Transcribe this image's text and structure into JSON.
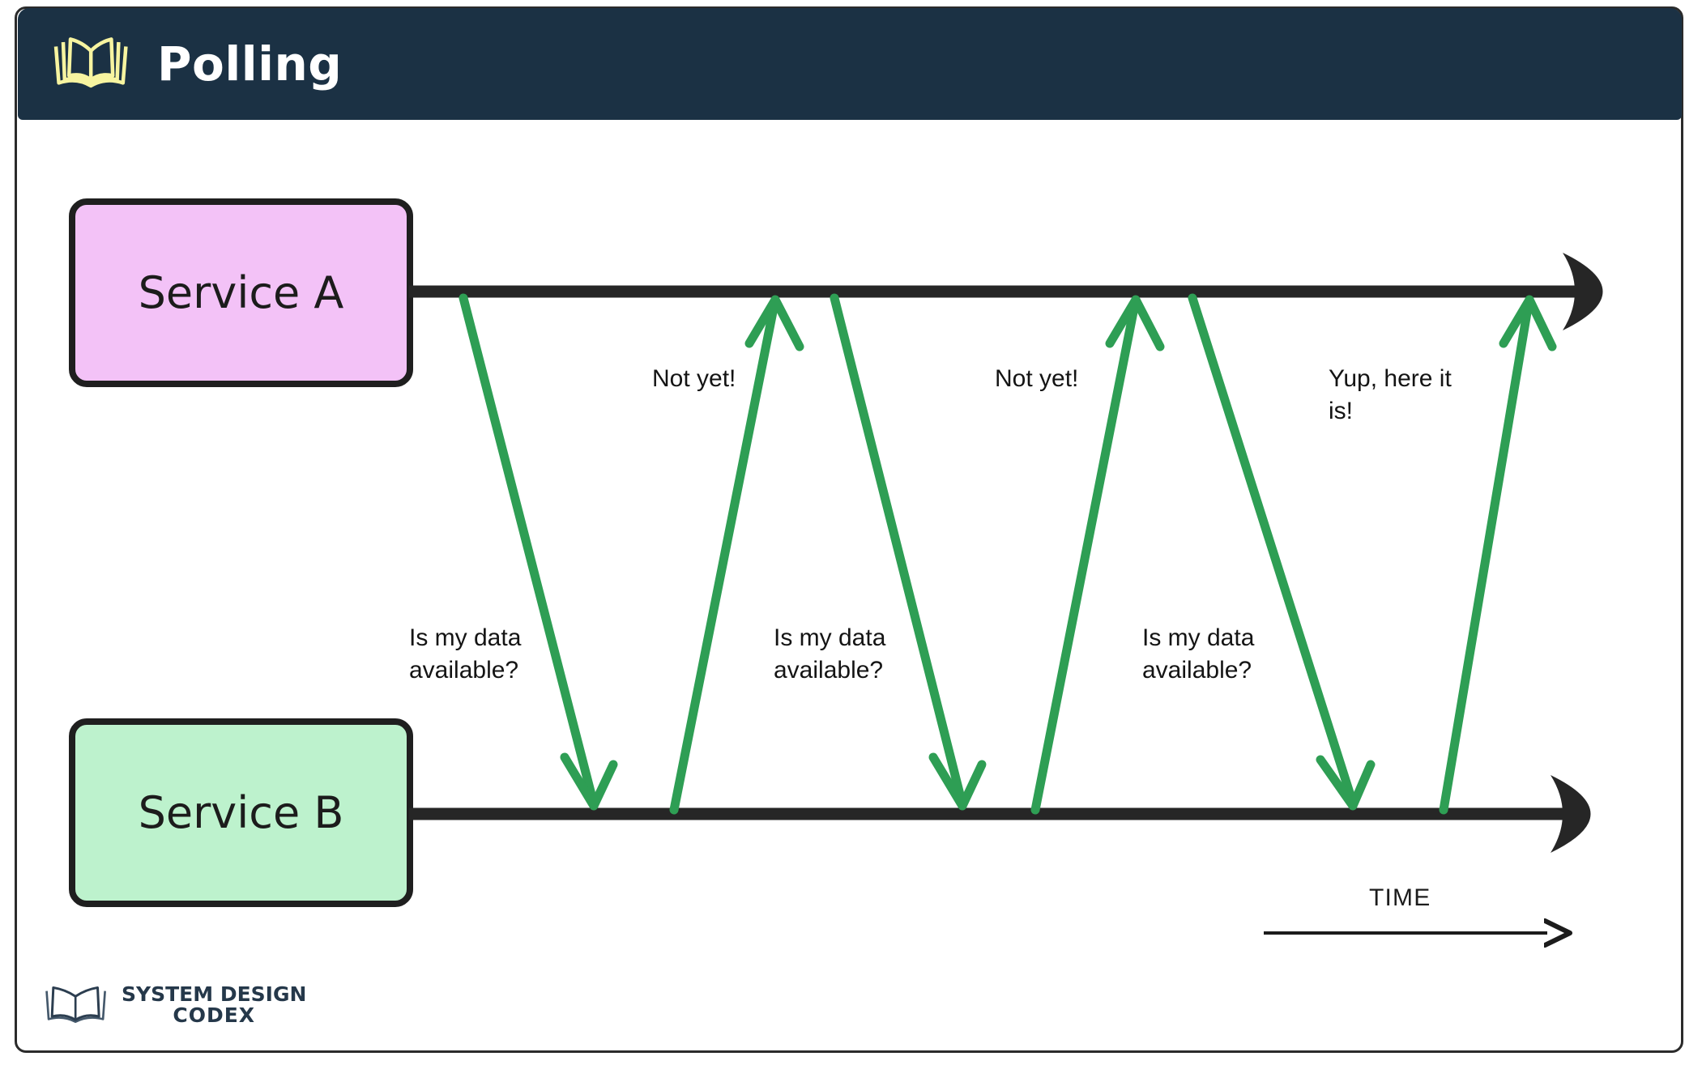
{
  "header": {
    "title": "Polling",
    "icon": "open-book-icon",
    "background_color": "#1b3144",
    "title_color": "#ffffff",
    "icon_color": "#f7f4a0"
  },
  "diagram": {
    "type": "sequence",
    "participants": [
      {
        "id": "service-a",
        "label": "Service A",
        "fill": "#f3c2f7",
        "stroke": "#1f1f1f"
      },
      {
        "id": "service-b",
        "label": "Service B",
        "fill": "#bdf2cd",
        "stroke": "#1f1f1f"
      }
    ],
    "lifeline_color": "#262626",
    "message_color": "#2e9e54",
    "messages": [
      {
        "index": 1,
        "from": "service-a",
        "to": "service-b",
        "label": "Is my data\navailable?",
        "direction": "down"
      },
      {
        "index": 2,
        "from": "service-b",
        "to": "service-a",
        "label": "Not yet!",
        "direction": "up"
      },
      {
        "index": 3,
        "from": "service-a",
        "to": "service-b",
        "label": "Is my data\navailable?",
        "direction": "down"
      },
      {
        "index": 4,
        "from": "service-b",
        "to": "service-a",
        "label": "Not yet!",
        "direction": "up"
      },
      {
        "index": 5,
        "from": "service-a",
        "to": "service-b",
        "label": "Is my data\navailable?",
        "direction": "down"
      },
      {
        "index": 6,
        "from": "service-b",
        "to": "service-a",
        "label": "Yup, here it\nis!",
        "direction": "up"
      }
    ],
    "axis": {
      "label": "TIME",
      "direction": "right"
    }
  },
  "labels": {
    "msg1": "Is my data\navailable?",
    "msg2": "Not yet!",
    "msg3": "Is my data\navailable?",
    "msg4": "Not yet!",
    "msg5": "Is my data\navailable?",
    "msg6": "Yup, here it\nis!",
    "time": "TIME"
  },
  "footer": {
    "brand_line1": "SYSTEM DESIGN",
    "brand_line2": "CODEX",
    "icon": "open-book-icon",
    "color": "#25384a"
  }
}
